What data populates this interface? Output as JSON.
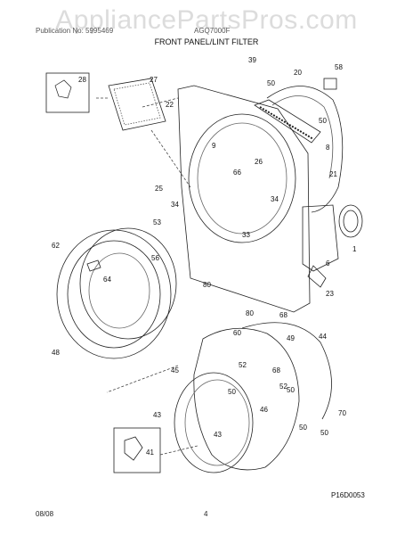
{
  "watermark": "AppliancePartsPros.com",
  "header": {
    "left": "Publication No: 5995469",
    "right": "AGQ7000F",
    "title": "FRONT PANEL/LINT FILTER"
  },
  "diagram_code": "P16D0053",
  "footer": {
    "date": "08/08",
    "page": "4"
  },
  "callouts": [
    "39",
    "20",
    "58",
    "50",
    "28",
    "27",
    "22",
    "50",
    "8",
    "9",
    "26",
    "66",
    "25",
    "21",
    "34",
    "34",
    "33",
    "53",
    "1",
    "62",
    "6",
    "56",
    "64",
    "23",
    "80",
    "80",
    "68",
    "60",
    "44",
    "49",
    "48",
    "52",
    "68",
    "45",
    "50",
    "52",
    "50",
    "46",
    "70",
    "43",
    "50",
    "50",
    "43",
    "41"
  ]
}
